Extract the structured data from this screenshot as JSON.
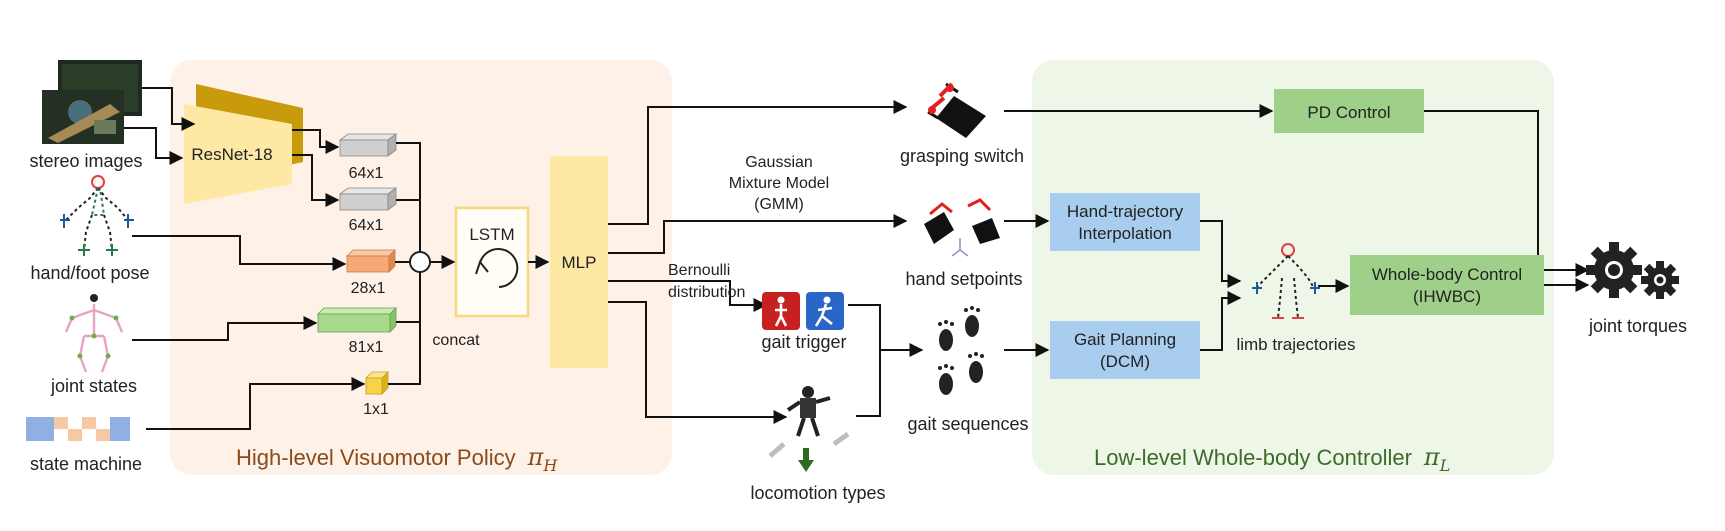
{
  "inputs": {
    "stereo_images": "stereo images",
    "hand_foot_pose": "hand/foot pose",
    "joint_states": "joint states",
    "state_machine": "state machine"
  },
  "high_level": {
    "title": "High-level Visuomotor Policy",
    "pi_symbol": "π",
    "pi_subscript": "H",
    "resnet": "ResNet-18",
    "dims": [
      "64x1",
      "64x1",
      "28x1",
      "81x1",
      "1x1"
    ],
    "concat": "concat",
    "lstm": "LSTM",
    "mlp": "MLP"
  },
  "heads": {
    "gmm_line1": "Gaussian",
    "gmm_line2": "Mixture Model",
    "gmm_line3": "(GMM)",
    "bernoulli_line1": "Bernoulli",
    "bernoulli_line2": "distribution",
    "grasping_switch": "grasping switch",
    "hand_setpoints": "hand setpoints",
    "gait_trigger": "gait trigger",
    "gait_sequences": "gait sequences",
    "locomotion_types": "locomotion types"
  },
  "low_level": {
    "title": "Low-level Whole-body Controller",
    "pi_symbol": "π",
    "pi_subscript": "L",
    "pd_control": "PD Control",
    "hand_traj_line1": "Hand-trajectory",
    "hand_traj_line2": "Interpolation",
    "gait_plan_line1": "Gait Planning",
    "gait_plan_line2": "(DCM)",
    "wbc_line1": "Whole-body Control",
    "wbc_line2": "(IHWBC)",
    "limb_trajectories": "limb trajectories"
  },
  "output": {
    "joint_torques": "joint torques"
  },
  "colors": {
    "high_level_bg": "#fdf1e8",
    "high_level_title": "#8b4a1a",
    "low_level_bg": "#eef6e8",
    "low_level_title": "#3d6b2a",
    "resnet_front": "#fde9a4",
    "resnet_back": "#c99a0c",
    "mlp": "#fde9a4",
    "lstm_border": "#f5d97a",
    "green_box": "#9fd08a",
    "blue_box": "#a8cdee",
    "orange_block": "#f5a974",
    "green_block": "#a8d88e",
    "yellow_block": "#f7d34a",
    "gray_block": "#cfcfcf"
  }
}
